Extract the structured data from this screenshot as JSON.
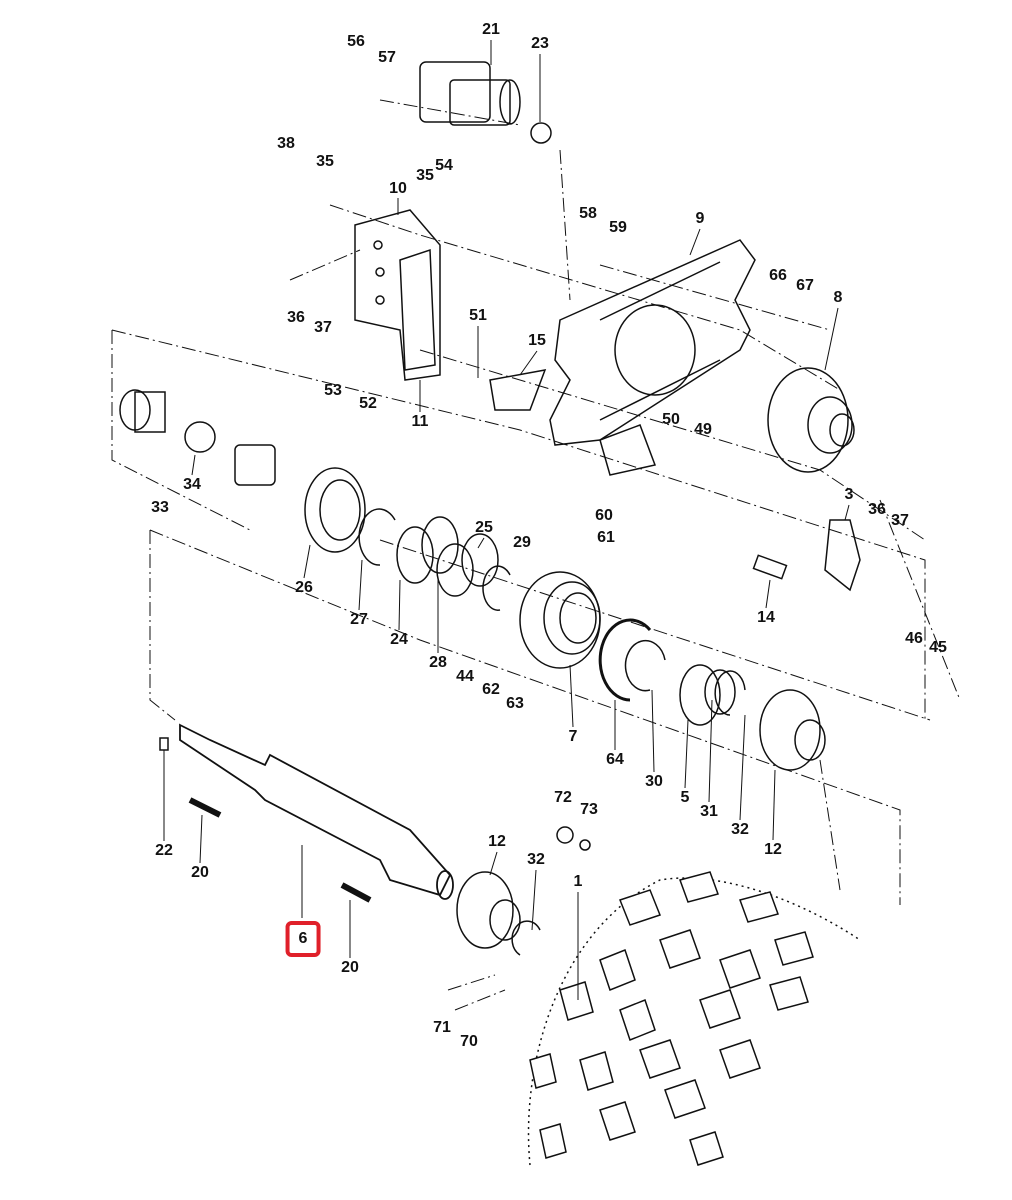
{
  "diagram": {
    "highlight_color": "#e0202a",
    "highlighted_part": "6",
    "callouts": [
      "56",
      "57",
      "21",
      "23",
      "38",
      "35",
      "10",
      "35",
      "54",
      "58",
      "59",
      "9",
      "66",
      "67",
      "8",
      "36",
      "37",
      "51",
      "15",
      "53",
      "52",
      "11",
      "50",
      "49",
      "34",
      "33",
      "3",
      "36",
      "37",
      "60",
      "61",
      "25",
      "29",
      "26",
      "27",
      "24",
      "28",
      "44",
      "62",
      "63",
      "7",
      "14",
      "46",
      "45",
      "64",
      "30",
      "5",
      "31",
      "32",
      "12",
      "72",
      "73",
      "22",
      "20",
      "12",
      "32",
      "1",
      "6",
      "20",
      "71",
      "70"
    ]
  }
}
